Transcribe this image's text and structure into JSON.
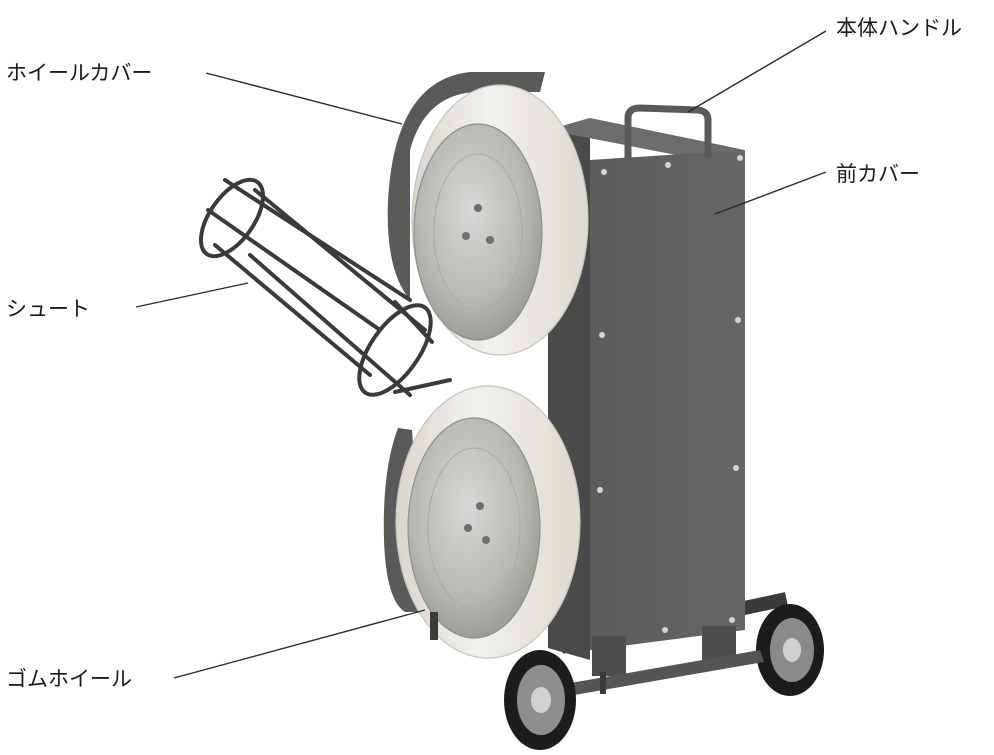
{
  "labels": {
    "wheel_cover": "ホイールカバー",
    "body_handle": "本体ハンドル",
    "front_cover": "前カバー",
    "chute": "シュート",
    "rubber_wheel": "ゴムホイール"
  },
  "colors": {
    "housing": "#5f5f5f",
    "housing_dark": "#474747",
    "tire": "#ece9e2",
    "hub": "#b9b9b6",
    "steel": "#3c3c3c",
    "label_text": "#1a1a1a"
  }
}
